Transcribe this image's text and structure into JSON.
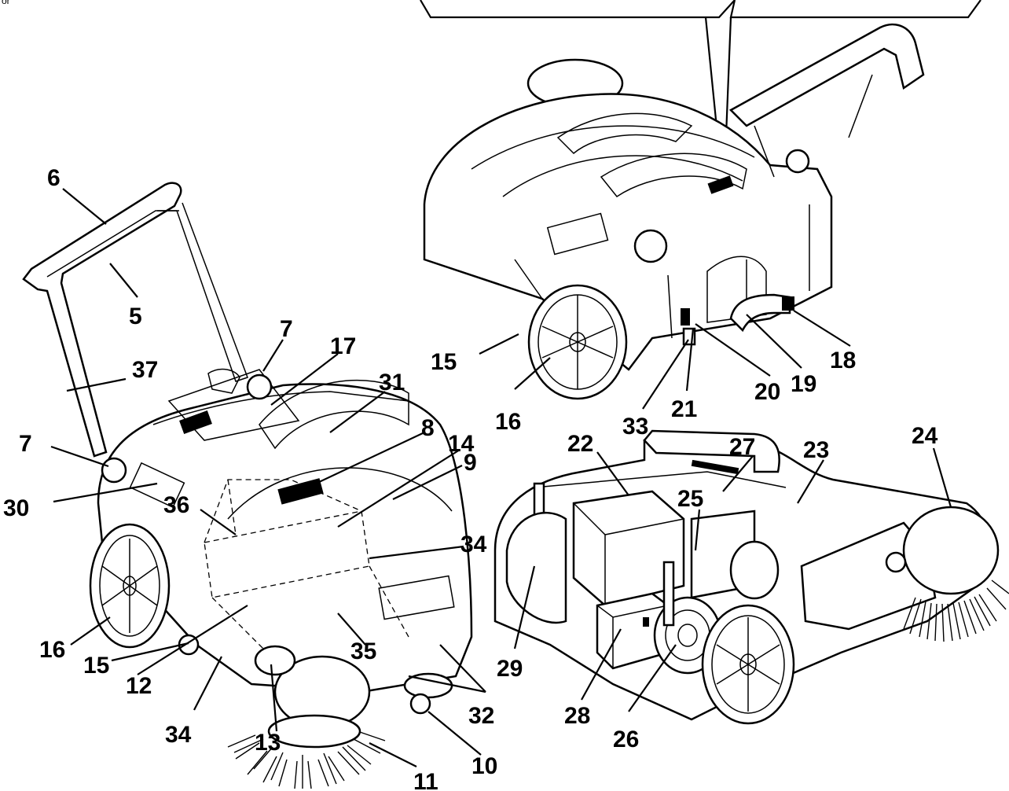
{
  "corner_text": "or",
  "callouts": {
    "left_view": [
      "6",
      "5",
      "37",
      "7",
      "7",
      "17",
      "31",
      "8",
      "14",
      "9",
      "30",
      "36",
      "34",
      "16",
      "15",
      "12",
      "35",
      "34",
      "13",
      "32",
      "11",
      "10"
    ],
    "top_view": [
      "15",
      "16",
      "33",
      "21",
      "20",
      "19",
      "18"
    ],
    "bottom_view": [
      "22",
      "27",
      "23",
      "24",
      "25",
      "29",
      "28",
      "26"
    ]
  }
}
